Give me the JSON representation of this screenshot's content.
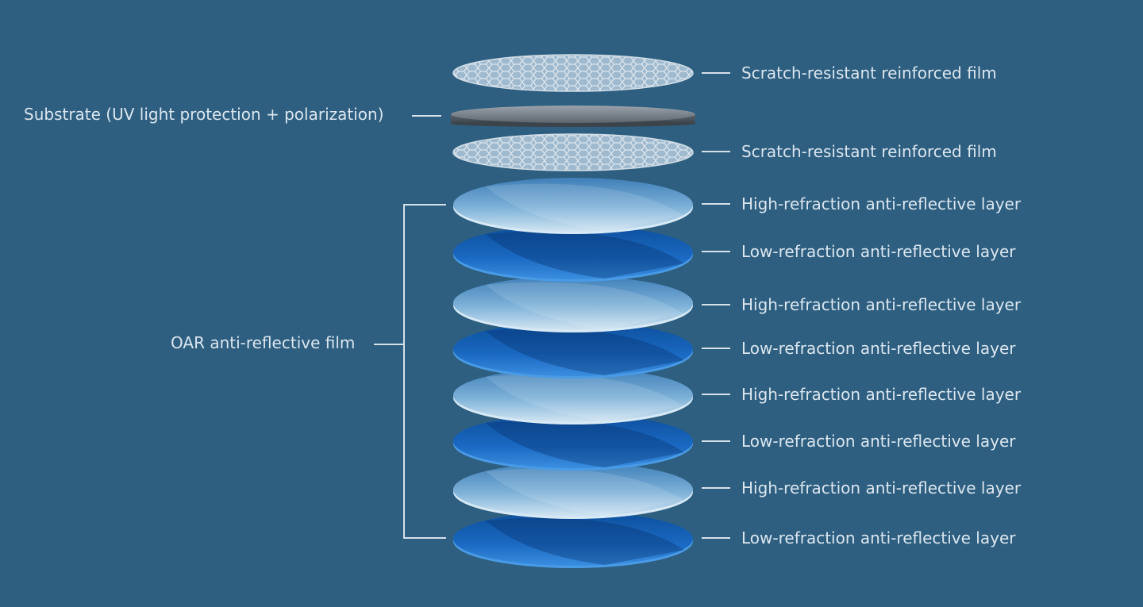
{
  "left_labels": {
    "substrate": "Substrate (UV light protection + polarization)",
    "oar": "OAR anti-reflective film"
  },
  "layers": [
    {
      "type": "mesh",
      "label": "Scratch-resistant reinforced film"
    },
    {
      "type": "substrate",
      "label": ""
    },
    {
      "type": "mesh",
      "label": "Scratch-resistant reinforced film"
    },
    {
      "type": "high",
      "label": "High-refraction anti-reflective layer"
    },
    {
      "type": "low",
      "label": "Low-refraction anti-reflective layer"
    },
    {
      "type": "high",
      "label": "High-refraction anti-reflective layer"
    },
    {
      "type": "low",
      "label": "Low-refraction anti-reflective layer"
    },
    {
      "type": "high",
      "label": "High-refraction anti-reflective layer"
    },
    {
      "type": "low",
      "label": "Low-refraction anti-reflective layer"
    },
    {
      "type": "high",
      "label": "High-refraction anti-reflective layer"
    },
    {
      "type": "low",
      "label": "Low-refraction anti-reflective layer"
    }
  ],
  "colors": {
    "background": "#2e5f80",
    "text": "#dbe6ef",
    "line": "#d5e1ea",
    "high_layer": "#8fbfe0",
    "low_layer": "#1a6cc4",
    "substrate": "#6c7680"
  }
}
